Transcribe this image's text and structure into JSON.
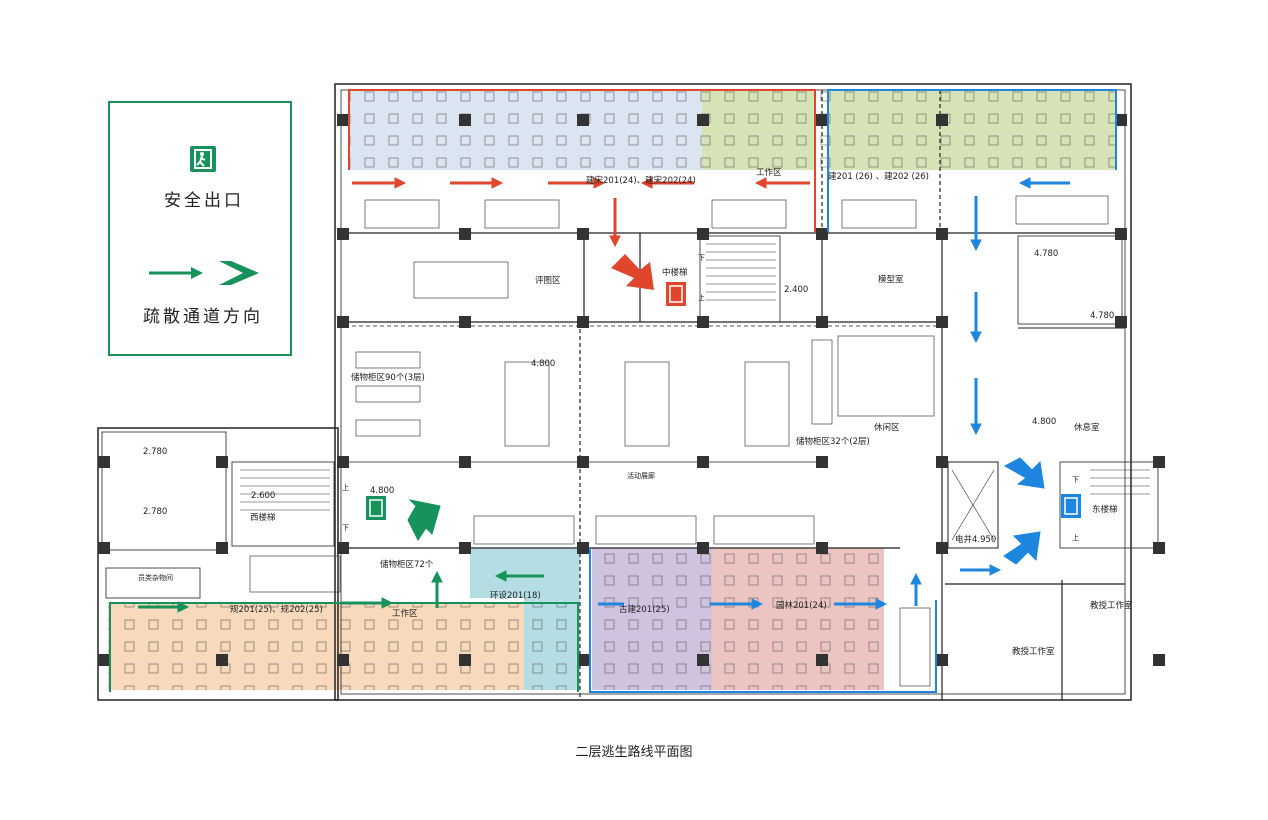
{
  "legend": {
    "exit_label": "安全出口",
    "route_label": "疏散通道方向",
    "exit_icon": "exit-sign-icon",
    "route_icon": "arrow-right-icon"
  },
  "caption": "二层逃生路线平面图",
  "colors": {
    "green_route": "#17925b",
    "red_route": "#e0462c",
    "blue_route": "#1f86e0",
    "zone_blue": "#dbe4f1",
    "zone_green": "#d6e3b6",
    "zone_orange": "#f8d9bb",
    "zone_teal": "#b4dde4",
    "zone_purple": "#cfc3df",
    "zone_pink": "#ecc5c3"
  },
  "rooms": {
    "jian_a": "建宋201(24)、建宋202(24)",
    "work_a": "工作区",
    "jian_b": "建201 (26) 、建202 (26)",
    "review": "评图区",
    "mid_stair": "中楼梯",
    "h_2400": "2.400",
    "model": "模型室",
    "h_4780_a": "4.780",
    "h_4780_b": "4.780",
    "storage_90": "储物柜区90个(3层)",
    "h_4800_a": "4.800",
    "rest_area": "休闲区",
    "storage_32": "储物柜区32个(2层)",
    "activity": "活动展廊",
    "h_4800_b": "4.800",
    "lounge": "休息室",
    "h_2780_a": "2.780",
    "h_2780_b": "2.780",
    "h_2600": "2.600",
    "west_stair": "西楼梯",
    "h_4800_c": "4.800",
    "storage_72": "储物柜区72个",
    "elevator": "电井",
    "h_4950": "4.950",
    "east_stair": "东楼梯",
    "cleaning": "员类杂物间",
    "gui": "规201(25)、规202(25)",
    "work_b": "工作区",
    "huan": "环设201(18)",
    "gu": "古建201(25)",
    "yuan": "园林201(24)",
    "prof_1": "教授工作室",
    "prof_2": "教授工作室",
    "stair_up": "上",
    "stair_down": "下"
  }
}
